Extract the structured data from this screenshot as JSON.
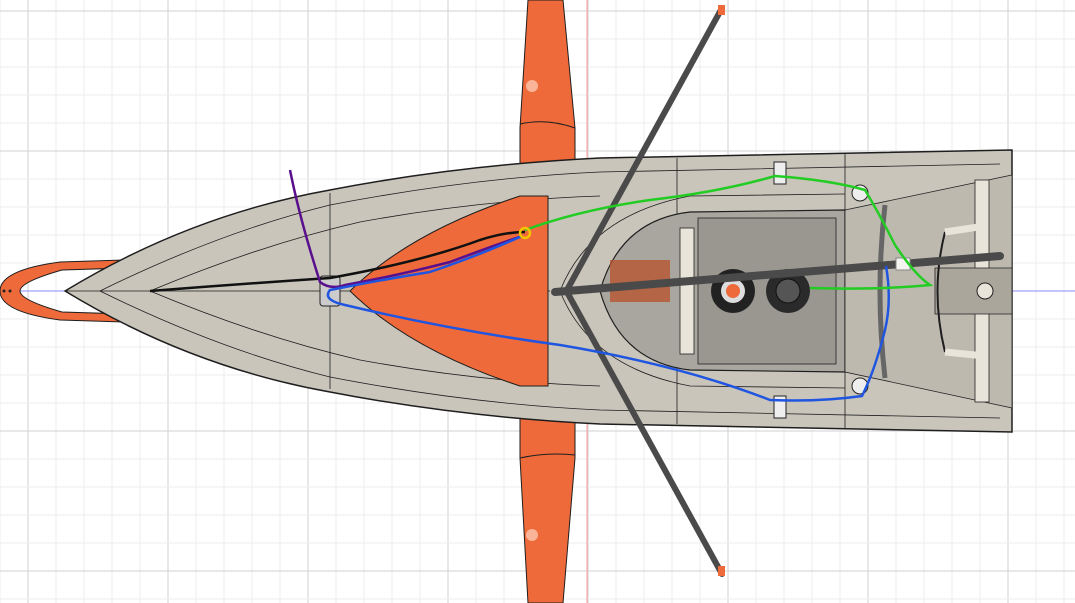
{
  "viewport": {
    "view": "top",
    "background": "#ffffff",
    "grid": {
      "minor_color": "#ececec",
      "major_color": "#d2d2d2"
    },
    "axes": {
      "x_axis_color": "#8a8aff",
      "y_axis_color": "#ff9a9a"
    }
  },
  "model": {
    "name": "sailboat-hull",
    "colors": {
      "hull": "#c9c5bb",
      "hull_dark": "#b3afa5",
      "cockpit": "#a9a69f",
      "appendage": "#ef6a3a",
      "outline": "#1e1e1e",
      "carbon": "#4a4a4a",
      "bracket": "#e8e4da"
    },
    "sketch_lines": [
      {
        "name": "black-line",
        "color": "#111111"
      },
      {
        "name": "purple-line",
        "color": "#5a0f8c"
      },
      {
        "name": "blue-line",
        "color": "#1f55e0"
      },
      {
        "name": "green-line",
        "color": "#22cc22"
      },
      {
        "name": "yellow-marker",
        "color": "#f5c400"
      }
    ]
  }
}
